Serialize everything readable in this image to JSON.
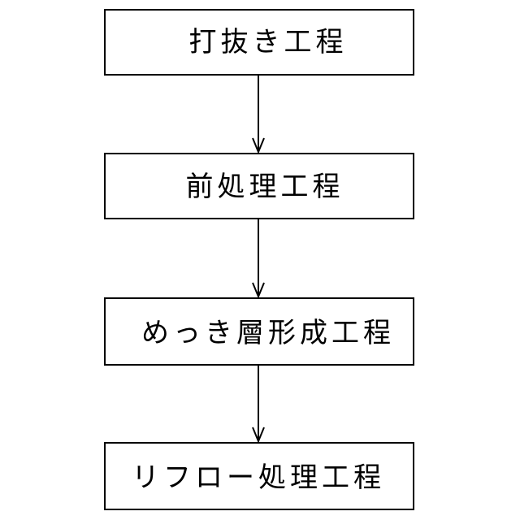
{
  "flowchart": {
    "steps": [
      {
        "label": "打抜き工程"
      },
      {
        "label": "前処理工程"
      },
      {
        "label": "めっき層形成工程"
      },
      {
        "label": "リフロー処理工程"
      }
    ],
    "connectors": 3
  }
}
